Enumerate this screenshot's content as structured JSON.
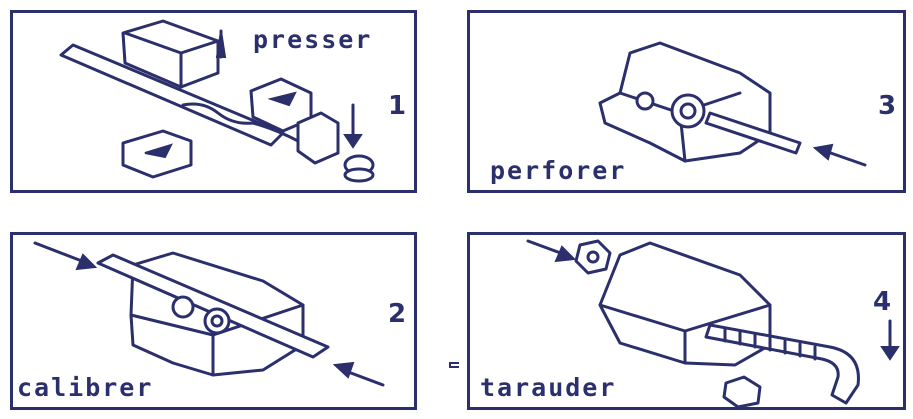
{
  "panels": [
    {
      "id": "1",
      "number": "1",
      "label": "presser"
    },
    {
      "id": "2",
      "number": "2",
      "label": "calibrer"
    },
    {
      "id": "3",
      "number": "3",
      "label": "perforer"
    },
    {
      "id": "4",
      "number": "4",
      "label": "tarauder"
    }
  ]
}
